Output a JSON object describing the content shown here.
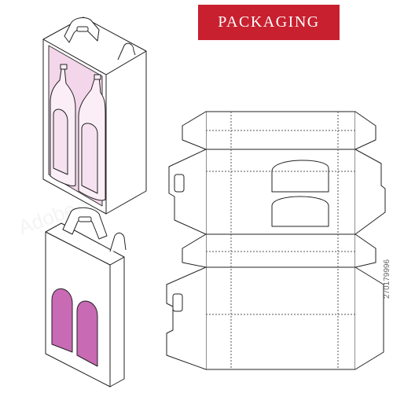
{
  "banner": {
    "title": "PACKAGING",
    "color": "#c8202f"
  },
  "colors": {
    "outline": "#222222",
    "window_tint": "#f3d6ea",
    "window_dark": "#c86ab4",
    "window_light": "#f6e1f0",
    "bottle_fill": "#fbeef7"
  },
  "image_id": "270179996",
  "watermark": "Adobe Stock"
}
